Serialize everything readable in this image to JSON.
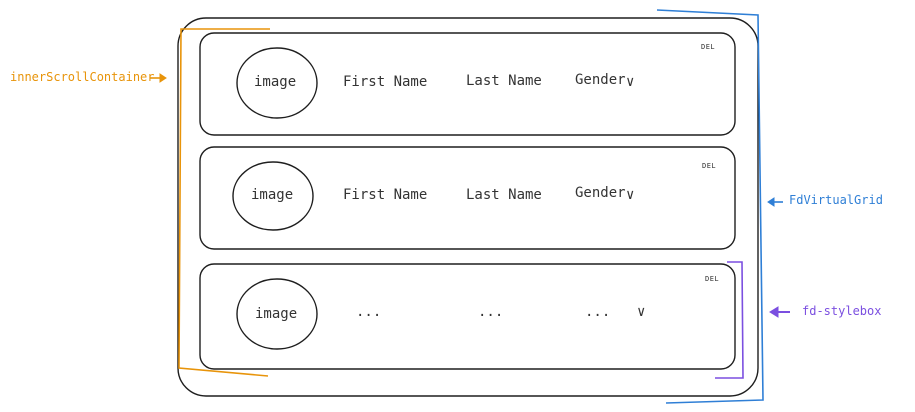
{
  "annotations": {
    "inner_scroll": "innerScrollContainer",
    "virtual_grid": "FdVirtualGrid",
    "stylebox": "fd-stylebox"
  },
  "colors": {
    "orange": "#e8940a",
    "blue": "#2f7fd6",
    "purple": "#7b4fe0",
    "ink": "#1e1e1e"
  },
  "rows": [
    {
      "image": "image",
      "col1": "First Name",
      "col2": "Last Name",
      "col3": "Gender",
      "delete": "DEL"
    },
    {
      "image": "image",
      "col1": "First Name",
      "col2": "Last Name",
      "col3": "Gender",
      "delete": "DEL"
    },
    {
      "image": "image",
      "col1": "...",
      "col2": "...",
      "col3": "...",
      "delete": "DEL"
    }
  ]
}
